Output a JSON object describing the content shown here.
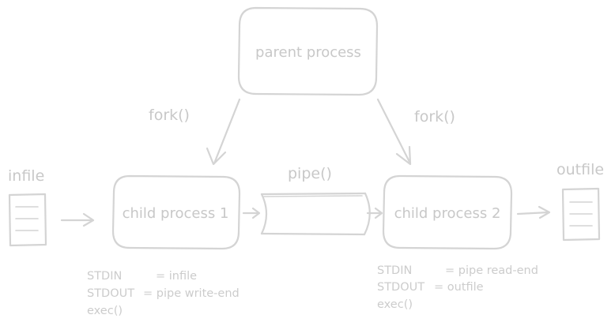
{
  "nodes": {
    "parent": "parent process",
    "child1": "child process 1",
    "child2": "child process 2"
  },
  "edges": {
    "fork_left": "fork()",
    "fork_right": "fork()",
    "pipe": "pipe()"
  },
  "files": {
    "infile": "infile",
    "outfile": "outfile"
  },
  "notes": {
    "child1": {
      "stdin_key": "STDIN",
      "stdin_val": "= infile",
      "stdout_key": "STDOUT",
      "stdout_val": "= pipe write-end",
      "exec": "exec()"
    },
    "child2": {
      "stdin_key": "STDIN",
      "stdin_val": "= pipe read-end",
      "stdout_key": "STDOUT",
      "stdout_val": "= outfile",
      "exec": "exec()"
    }
  },
  "colors": {
    "stroke": "#d4d4d4",
    "text": "#c8c8c8",
    "background": "#ffffff"
  }
}
